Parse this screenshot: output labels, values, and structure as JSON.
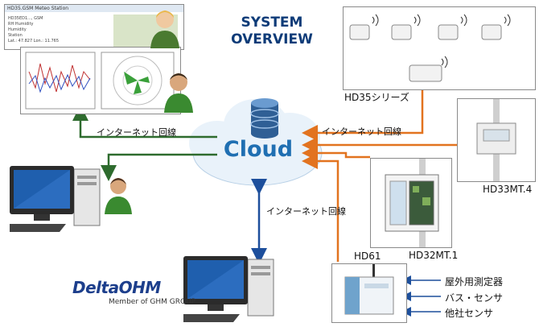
{
  "title_line1": "SYSTEM",
  "title_line2": "OVERVIEW",
  "cloud_label": "Cloud",
  "internet_label_top_left": "インターネット回線",
  "internet_label_top_right": "インターネット回線",
  "internet_label_bottom": "インターネット回線",
  "devices": {
    "hd35": "HD35シリーズ",
    "hd33": "HD33MT.4",
    "hd32": "HD32MT.1",
    "hd61": "HD61"
  },
  "sensors": [
    "屋外用測定器",
    "バス・センサ",
    "他社センサ"
  ],
  "screenshot": {
    "window_title": "HD35.GSM Meteo Station",
    "fields": [
      "HD35ED1..., GSM",
      "RH Humidity",
      "Humidity",
      "Station",
      "Lat.: 47.827  Lon.: 11.765"
    ]
  },
  "logo": {
    "brand": "DeltaOHM",
    "tagline": "Member of GHM GROUP"
  },
  "colors": {
    "green_line": "#2e6b2e",
    "blue_line": "#1d4f9c",
    "orange_line": "#e2731f",
    "cloud_text": "#1f6fb2"
  }
}
